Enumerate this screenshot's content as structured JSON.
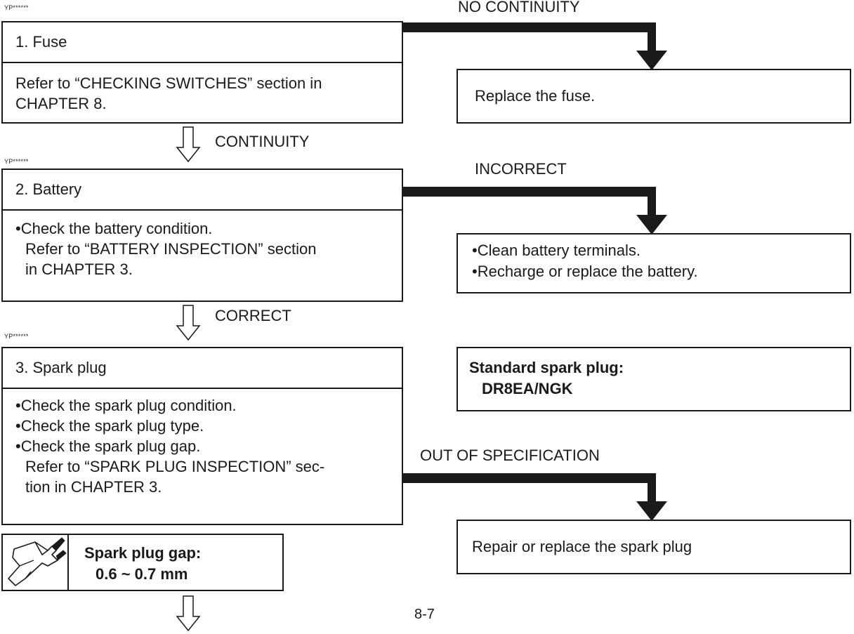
{
  "page": {
    "section_code": "YP******",
    "page_number": "8-7"
  },
  "step1": {
    "title": "1.  Fuse",
    "body_line1": "Refer to “CHECKING SWITCHES” section in",
    "body_line2": "CHAPTER 8.",
    "fail_label": "NO CONTINUITY",
    "fail_action": "Replace the fuse.",
    "pass_label": "CONTINUITY"
  },
  "step2": {
    "title": "2.  Battery",
    "bullet1": "Check the battery condition.",
    "bullet1_cont1": "Refer to “BATTERY INSPECTION” section",
    "bullet1_cont2": "in CHAPTER 3.",
    "fail_label": "INCORRECT",
    "fail_action_1": "Clean battery terminals.",
    "fail_action_2": "Recharge or replace the battery.",
    "pass_label": "CORRECT"
  },
  "step3": {
    "title": "3.  Spark plug",
    "bullet1": "Check the spark plug condition.",
    "bullet2": "Check the spark plug type.",
    "bullet3": "Check the spark plug gap.",
    "bullet3_cont1": "Refer to “SPARK PLUG INSPECTION” sec-",
    "bullet3_cont2": "tion in CHAPTER 3.",
    "spec_title": "Standard spark plug:",
    "spec_value": "DR8EA/NGK",
    "fail_label": "OUT OF SPECIFICATION",
    "fail_action": "Repair or replace the spark plug",
    "gap_title": "Spark plug gap:",
    "gap_value": "0.6 ~ 0.7 mm"
  },
  "icons": {
    "flow_arrow": "hollow-down-arrow-icon",
    "fail_arrow": "thick-elbow-arrow-icon",
    "gauge": "feeler-gauge-icon"
  }
}
